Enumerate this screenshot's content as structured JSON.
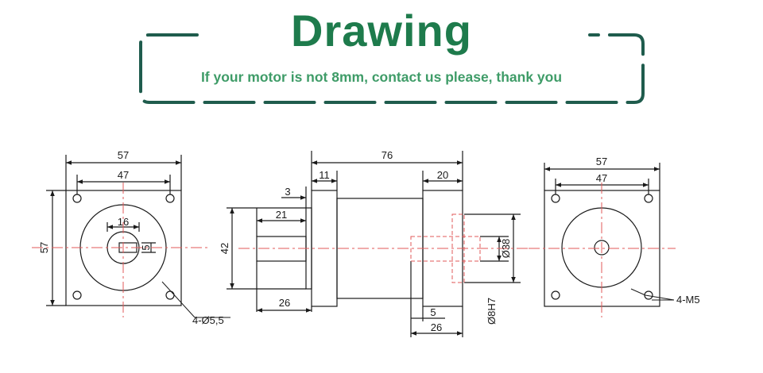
{
  "header": {
    "title": "Drawing",
    "subtitle": "If your motor is not 8mm, contact us please, thank you",
    "title_color": "#1e7b4c",
    "subtitle_color": "#3f9c68",
    "frame_color": "#1f5c4d"
  },
  "front_view": {
    "dim_overall_width": "57",
    "dim_hole_spacing": "47",
    "dim_height": "57",
    "dim_bore_width": "16",
    "dim_keyway": "5",
    "callout_holes": "4-Ø5,5"
  },
  "side_view": {
    "dim_total_length": "76",
    "dim_flange_thickness": "11",
    "dim_end_block": "20",
    "dim_step": "3",
    "dim_shaft_length": "21",
    "dim_shaft_height": "42",
    "dim_shaft_base": "26",
    "dim_bore_depth": "5",
    "dim_bore_length": "26",
    "dim_pilot_diameter": "Ø38",
    "dim_bore_diameter": "Ø8H7"
  },
  "rear_view": {
    "dim_overall_width": "57",
    "dim_hole_spacing": "47",
    "callout_holes": "4-M5"
  },
  "colors": {
    "line": "#1a1a1a",
    "centerline": "#e05a5a",
    "hidden": "#e05a5a",
    "background": "#ffffff"
  }
}
